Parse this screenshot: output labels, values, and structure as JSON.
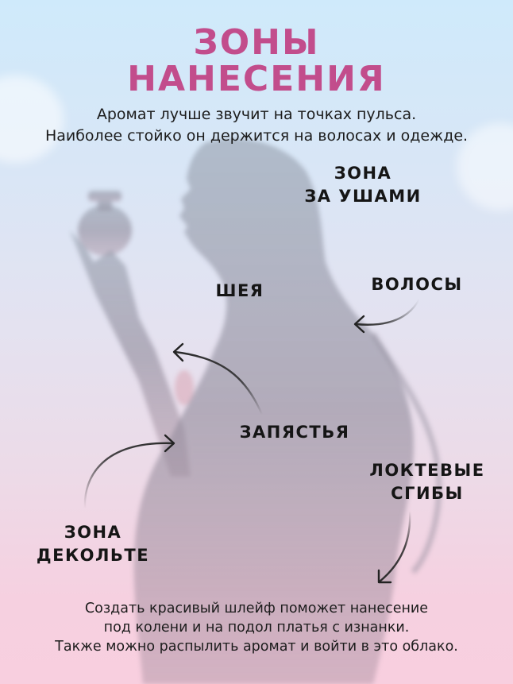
{
  "header": {
    "title_line1": "ЗОНЫ",
    "title_line2": "НАНЕСЕНИЯ",
    "subtitle_line1": "Аромат лучше звучит на точках пульса.",
    "subtitle_line2": "Наиболее стойко он держится на волосах и одежде."
  },
  "zones": {
    "behind_ears_line1": "ЗОНА",
    "behind_ears_line2": "ЗА УШАМИ",
    "neck": "ШЕЯ",
    "hair": "ВОЛОСЫ",
    "wrists": "ЗАПЯСТЬЯ",
    "elbow_line1": "ЛОКТЕВЫЕ",
    "elbow_line2": "СГИБЫ",
    "decollete_line1": "ЗОНА",
    "decollete_line2": "ДЕКОЛЬТЕ"
  },
  "footer": {
    "line1": "Создать красивый шлейф поможет нанесение",
    "line2": "под колени и на подол платья с изнанки.",
    "line3": "Также можно распылить аромат и войти в это облако."
  },
  "colors": {
    "title": "#c24d8c",
    "text": "#1a1a1a",
    "bg_top": "#cfeafb",
    "bg_bottom": "#f8cfdf",
    "silhouette": "#9e9aa8"
  }
}
